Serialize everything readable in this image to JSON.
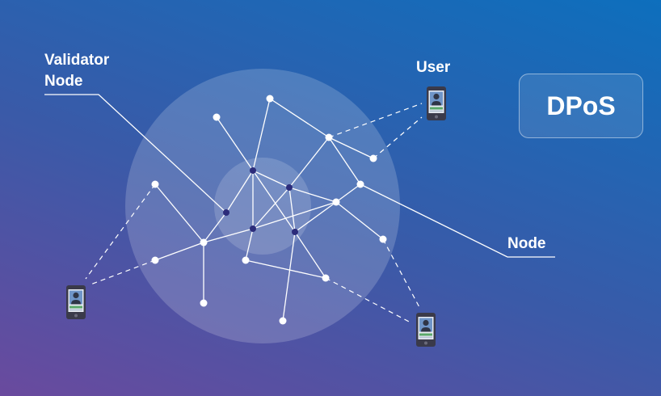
{
  "labels": {
    "validator_node": "Validator\nNode",
    "user": "User",
    "node": "Node"
  },
  "badge": "DPoS",
  "colors": {
    "line": "#ffffff",
    "node_fill": "#ffffff",
    "validator_fill": "#2c2c7a",
    "phone_body": "#3a3a4a",
    "phone_screen": "#6f95c8",
    "phone_bar": "#5aa86a"
  },
  "icons": [
    "phone-user-icon"
  ]
}
